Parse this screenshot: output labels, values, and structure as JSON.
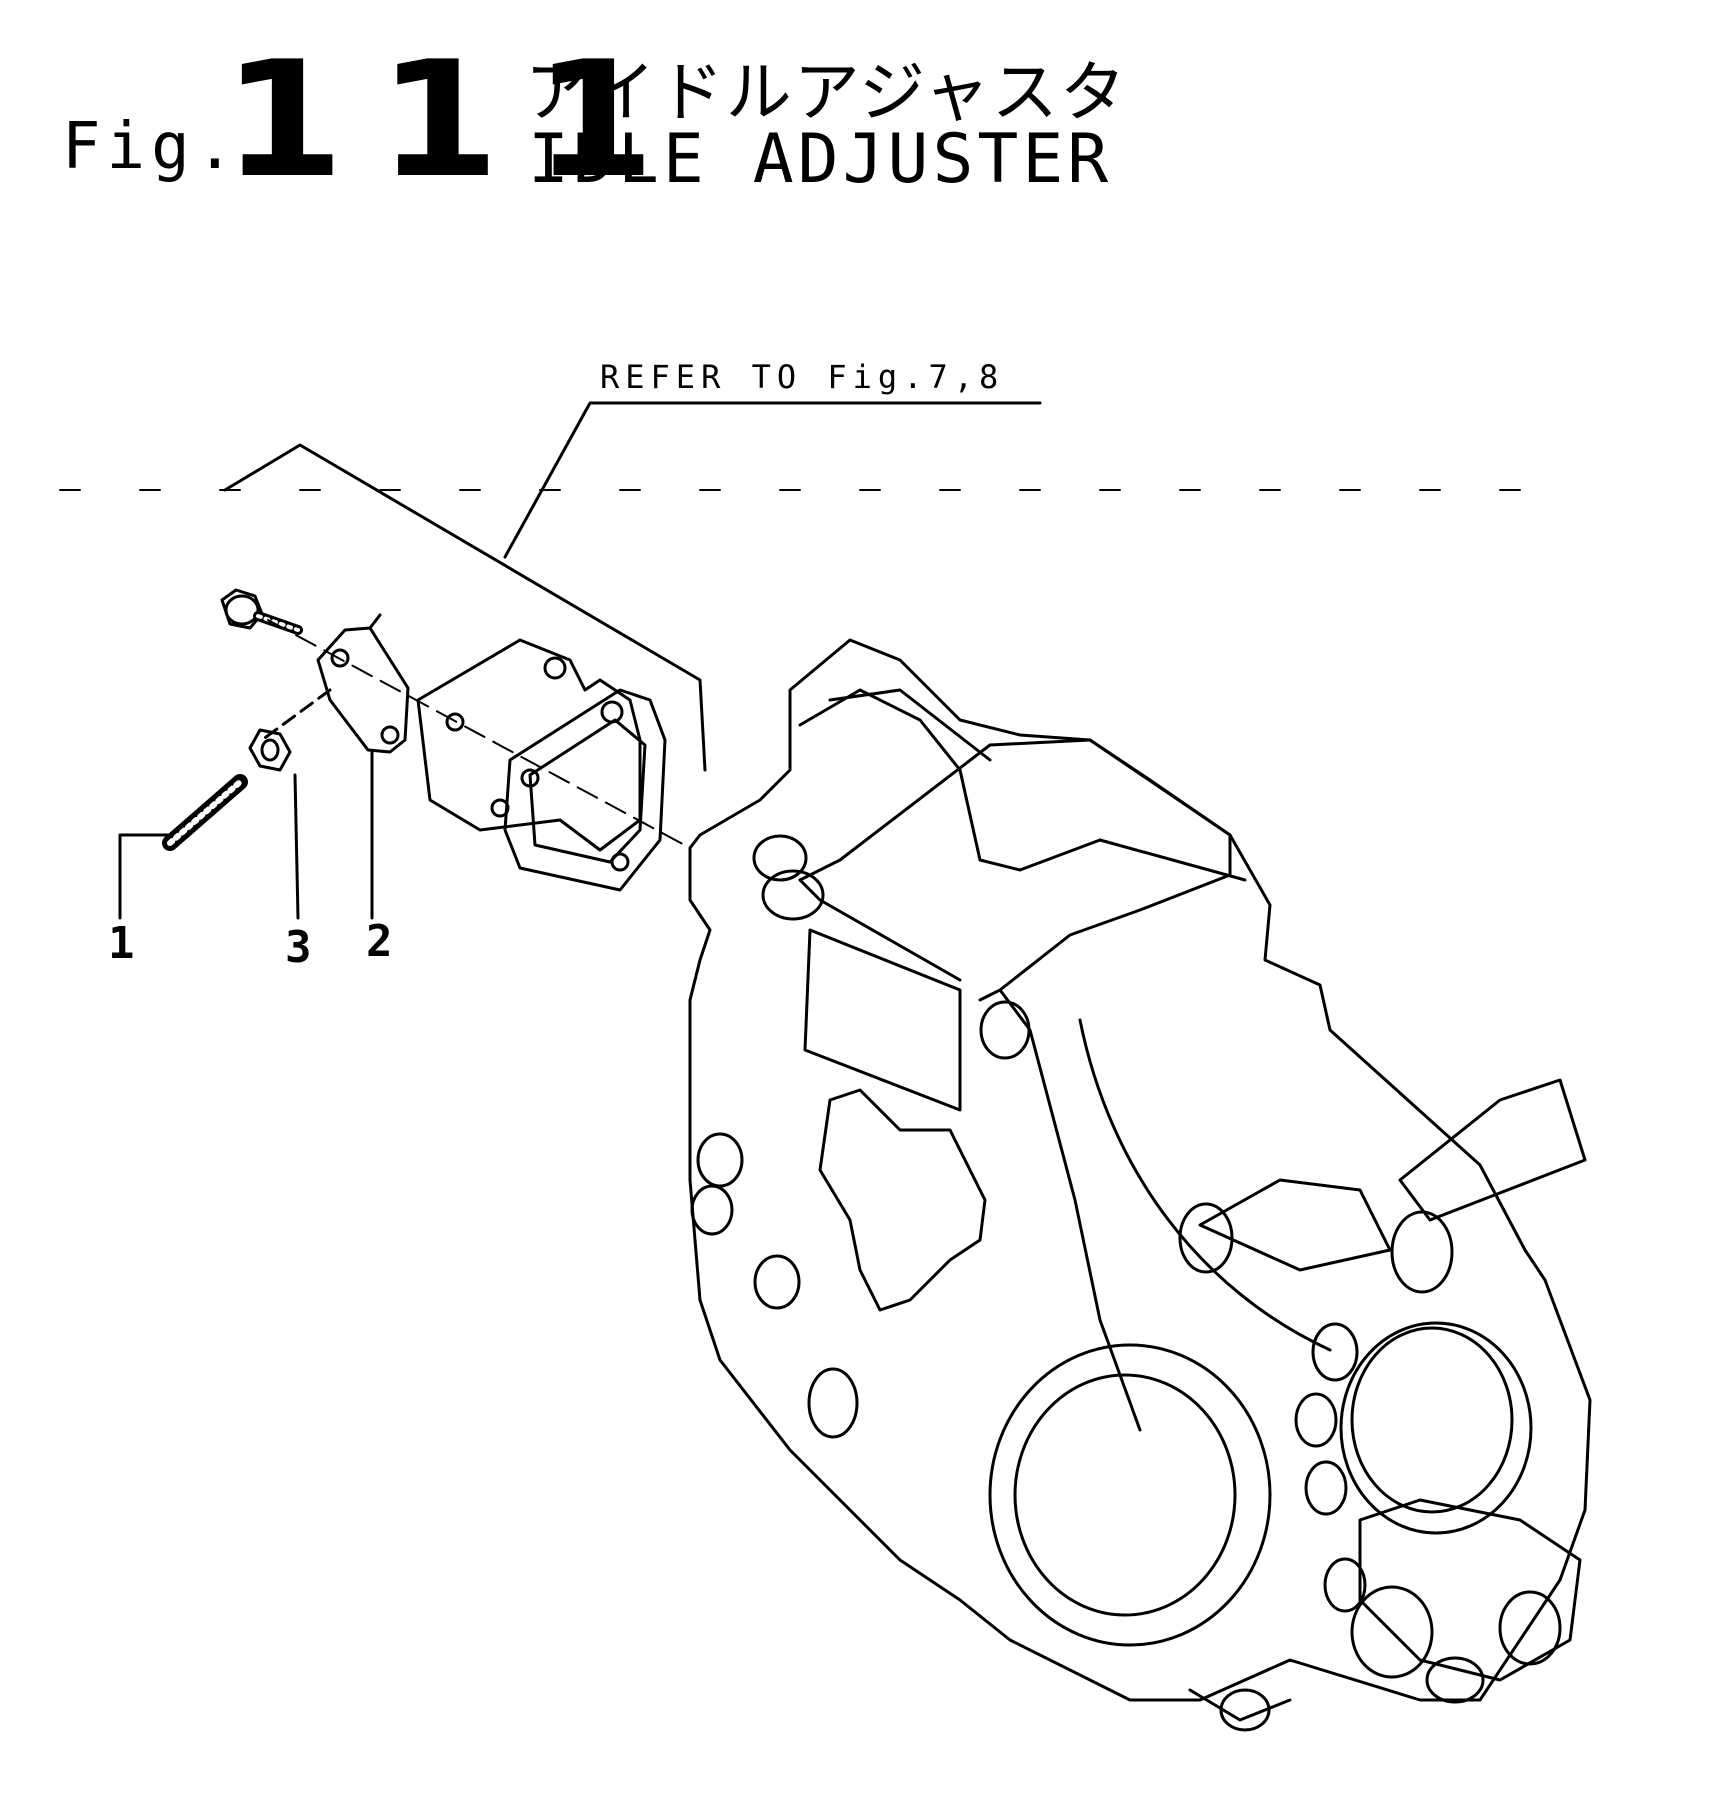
{
  "header": {
    "prefix": "Fig.",
    "number": "111",
    "title_jp": "アイドルアジャスタ",
    "title_en": "IDLE ADJUSTER"
  },
  "reference_note": "REFER TO Fig.7,8",
  "callouts": [
    {
      "label": "1",
      "part": "stud-bolt"
    },
    {
      "label": "3",
      "part": "nut"
    },
    {
      "label": "2",
      "part": "bracket"
    }
  ],
  "colors": {
    "ink": "#000000",
    "paper": "#ffffff"
  }
}
